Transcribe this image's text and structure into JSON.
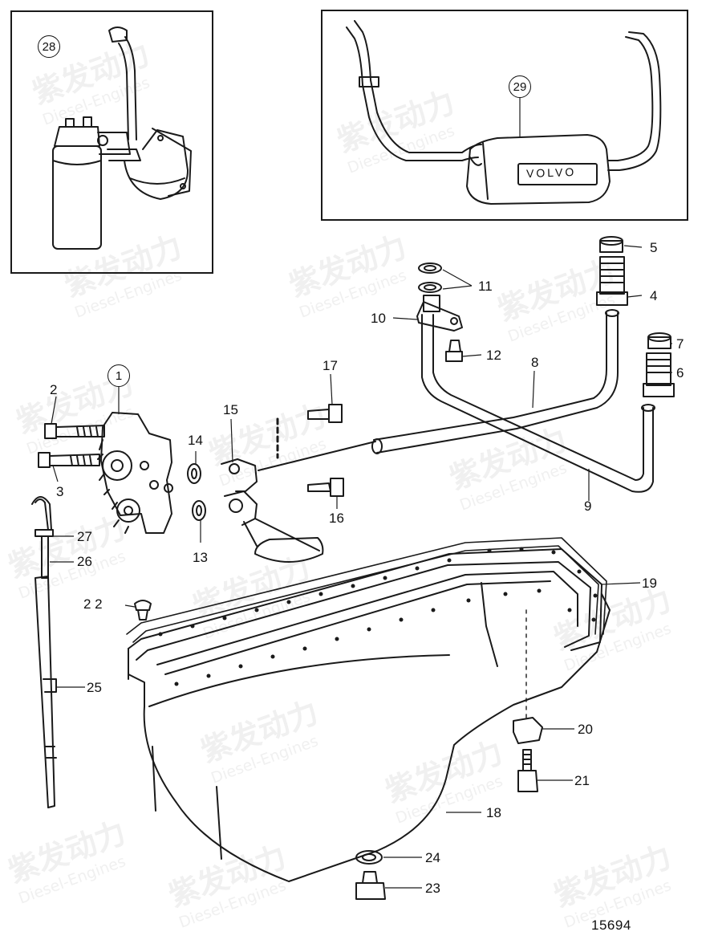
{
  "callouts": {
    "c1": "1",
    "c2": "2",
    "c3": "3",
    "c4": "4",
    "c5": "5",
    "c6": "6",
    "c7": "7",
    "c8": "8",
    "c9": "9",
    "c10": "10",
    "c11": "11",
    "c12": "12",
    "c13": "13",
    "c14": "14",
    "c15": "15",
    "c16": "16",
    "c17": "17",
    "c18": "18",
    "c19": "19",
    "c20": "20",
    "c21": "21",
    "c22": "2 2",
    "c23": "23",
    "c24": "24",
    "c25": "25",
    "c26": "26",
    "c27": "27",
    "c28": "28",
    "c29": "29"
  },
  "drawing_number": "15694",
  "logo_text": "VOLVO",
  "watermark": {
    "brand_cn": "紫发动力",
    "brand_en": "Diesel-Engines"
  }
}
